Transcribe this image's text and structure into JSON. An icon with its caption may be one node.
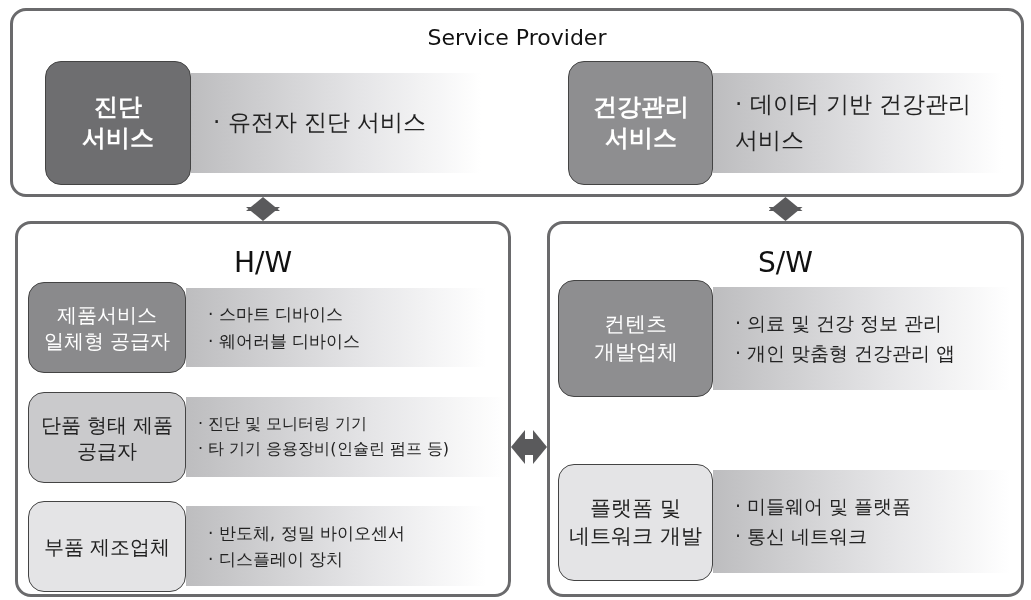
{
  "diagram": {
    "nodes": [
      {
        "text": [
          "Service Provider"
        ]
      },
      {
        "text": [
          "진단 서비스"
        ],
        "in": 0
      },
      {
        "text": [
          "· 유전자 진단 서비스"
        ],
        "in": 0
      },
      {
        "text": [
          "건강관리 서비스"
        ],
        "in": 0
      },
      {
        "text": [
          "· 데이터 기반 건강관리 서비스"
        ],
        "in": 0
      },
      {
        "text": [
          "H/W"
        ]
      },
      {
        "text": [
          "제품서비스 일체형 공급자"
        ],
        "in": 5
      },
      {
        "text": [
          "· 스마트 디바이스",
          "· 웨어러블 디바이스"
        ],
        "in": 5
      },
      {
        "text": [
          "단품 형태 제품 공급자"
        ],
        "in": 5
      },
      {
        "text": [
          "· 진단 및 모니터링 기기",
          "· 타 기기 응용장비(인슐린 펌프 등)"
        ],
        "in": 5
      },
      {
        "text": [
          "부품 제조업체"
        ],
        "in": 5
      },
      {
        "text": [
          "· 반도체, 정밀 바이오센서",
          "· 디스플레이 장치"
        ],
        "in": 5
      },
      {
        "text": [
          "S/W"
        ]
      },
      {
        "text": [
          "컨텐츠 개발업체"
        ],
        "in": 12
      },
      {
        "text": [
          "· 의료 및 건강 정보 관리",
          "· 개인 맞춤형 건강관리 앱"
        ],
        "in": 12
      },
      {
        "text": [
          "플랫폼 및 네트워크 개발"
        ],
        "in": 12
      },
      {
        "text": [
          "· 미들웨어 및 플랫폼",
          "· 통신 네트워크"
        ],
        "in": 12
      }
    ],
    "edges": [
      {
        "from": 0,
        "to": 5,
        "arrow": "both"
      },
      {
        "from": 0,
        "to": 12,
        "arrow": "both"
      },
      {
        "from": 5,
        "to": 12,
        "arrow": "both"
      }
    ]
  }
}
